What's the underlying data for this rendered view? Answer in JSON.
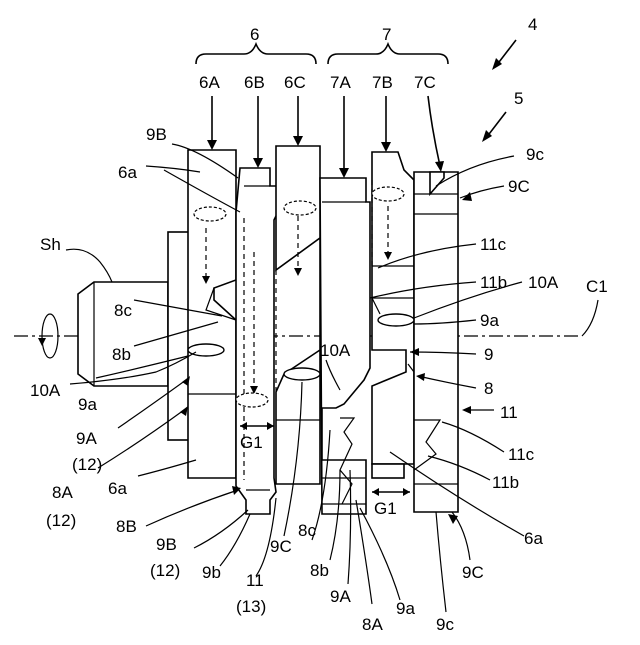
{
  "figure": {
    "labels": {
      "n4": "4",
      "n5": "5",
      "n6": "6",
      "n7": "7",
      "s6A": "6A",
      "s6B": "6B",
      "s6C": "6C",
      "s7A": "7A",
      "s7B": "7B",
      "s7C": "7C",
      "Sh": "Sh",
      "C1": "C1",
      "9B_top": "9B",
      "6a_top": "6a",
      "9c_top": "9c",
      "9C_top": "9C",
      "11c_top": "11c",
      "11b_top": "11b",
      "10A_right": "10A",
      "9a_right": "9a",
      "9_right": "9",
      "8_right": "8",
      "11_right": "11",
      "11c_right": "11c",
      "11b_right": "11b",
      "6a_right": "6a",
      "9C_right": "9C",
      "9c_bottom": "9c",
      "8c_left": "8c",
      "8b_left": "8b",
      "10A_left": "10A",
      "9a_left": "9a",
      "9A_left": "9A",
      "p12_a": "(12)",
      "8A_left": "8A",
      "p12_b": "(12)",
      "6a_left": "6a",
      "8B_left": "8B",
      "9B_bottom": "9B",
      "p12_c": "(12)",
      "9b_bottom": "9b",
      "11_bottom": "11",
      "p13": "(13)",
      "9C_bottom": "9C",
      "8c_bottom": "8c",
      "8b_bottom": "8b",
      "9A_bottom": "9A",
      "8A_bottom": "8A",
      "9a_bottom": "9a",
      "10A_mid": "10A",
      "G1_left": "G1",
      "G1_right": "G1"
    }
  }
}
